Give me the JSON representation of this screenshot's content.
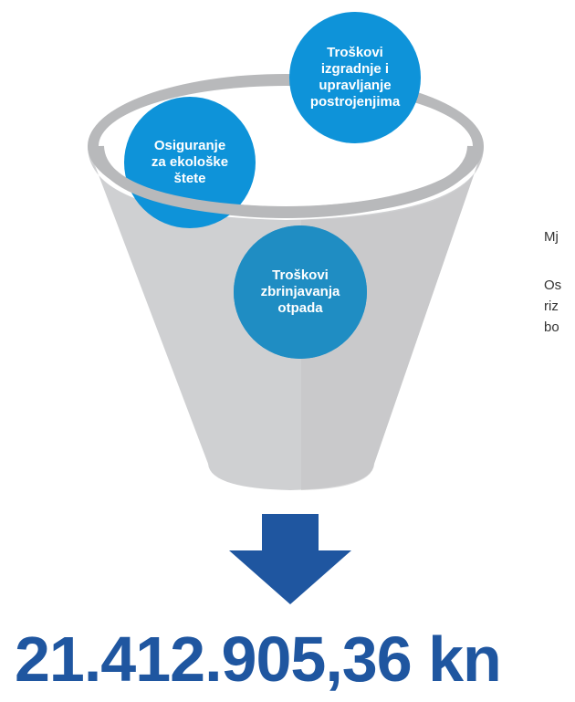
{
  "colors": {
    "circle_blue": "#0e93d9",
    "circle_inner": "#1f8dc3",
    "funnel_body": "#cfd0d2",
    "funnel_rim": "#b8b9bb",
    "funnel_opening": "#ffffff",
    "arrow": "#1f56a0",
    "total_text": "#1f56a0",
    "side_text": "#333333"
  },
  "circles": [
    {
      "label": "Troškovi\nizgradnje i\nupravljanje\npostrojenjima"
    },
    {
      "label": "Osiguranje\nza ekološke\nštete"
    },
    {
      "label": "Troškovi\nzbrinjavanja\notpada"
    }
  ],
  "side_text": {
    "line1": "Mj",
    "line2": "Os\nriz\nbo"
  },
  "arrow_icon": "arrow-down-icon",
  "total": "21.412.905,36 kn"
}
